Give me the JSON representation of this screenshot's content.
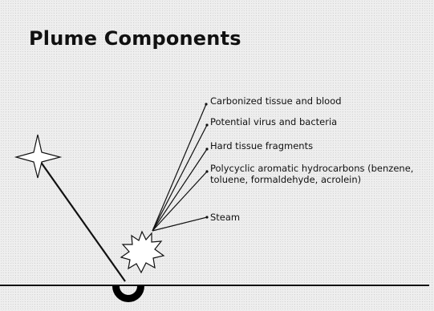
{
  "slide": {
    "title": "Plume Components",
    "components": [
      {
        "label": "Carbonized tissue and blood"
      },
      {
        "label": "Potential virus and bacteria"
      },
      {
        "label": "Hard tissue fragments"
      },
      {
        "label": "Polycyclic aromatic hydrocarbons (benzene, toluene, formaldehyde, acrolein)"
      },
      {
        "label": "Steam"
      }
    ]
  }
}
